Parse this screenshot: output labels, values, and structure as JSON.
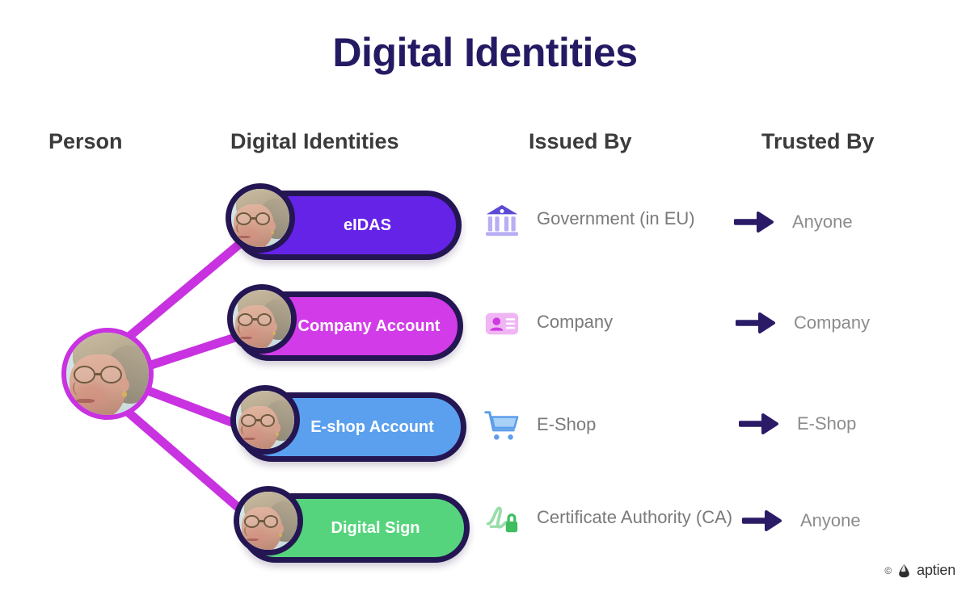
{
  "title": "Digital Identities",
  "colors": {
    "title": "#231a63",
    "header": "#3b3b3b",
    "pill_border": "#241652",
    "connector": "#c832e0",
    "person_ring": "#c832e0",
    "arrow": "#2b1b66",
    "label_gray": "#7a7a7a",
    "background": "#ffffff"
  },
  "headers": {
    "person": "Person",
    "identities": "Digital Identities",
    "issued_by": "Issued By",
    "trusted_by": "Trusted By"
  },
  "person": {
    "avatar_alt": "Person portrait"
  },
  "rows": [
    {
      "identity": "eIDAS",
      "pill_color": "#6523e8",
      "issued_by": "Government (in EU)",
      "issued_icon": "bank-icon",
      "issued_icon_color": "#6d5ae0",
      "trusted_by": "Anyone",
      "arrow_icon": "arrow-right-icon"
    },
    {
      "identity": "Company Account",
      "pill_color": "#d23ce8",
      "issued_by": "Company",
      "issued_icon": "id-card-icon",
      "issued_icon_color": "#d44ae0",
      "trusted_by": "Company",
      "arrow_icon": "arrow-right-icon"
    },
    {
      "identity": "E-shop Account",
      "pill_color": "#5ba0ef",
      "issued_by": "E-Shop",
      "issued_icon": "shopping-cart-icon",
      "issued_icon_color": "#5c9eeb",
      "trusted_by": "E-Shop",
      "arrow_icon": "arrow-right-icon"
    },
    {
      "identity": "Digital Sign",
      "pill_color": "#56d47d",
      "issued_by": "Certificate Authority (CA)",
      "issued_icon": "signature-lock-icon",
      "issued_icon_color": "#4ec46e",
      "trusted_by": "Anyone",
      "arrow_icon": "arrow-right-icon"
    }
  ],
  "footer": {
    "copyright": "©",
    "brand": "aptien",
    "logo_icon": "aptien-drop-logo"
  }
}
